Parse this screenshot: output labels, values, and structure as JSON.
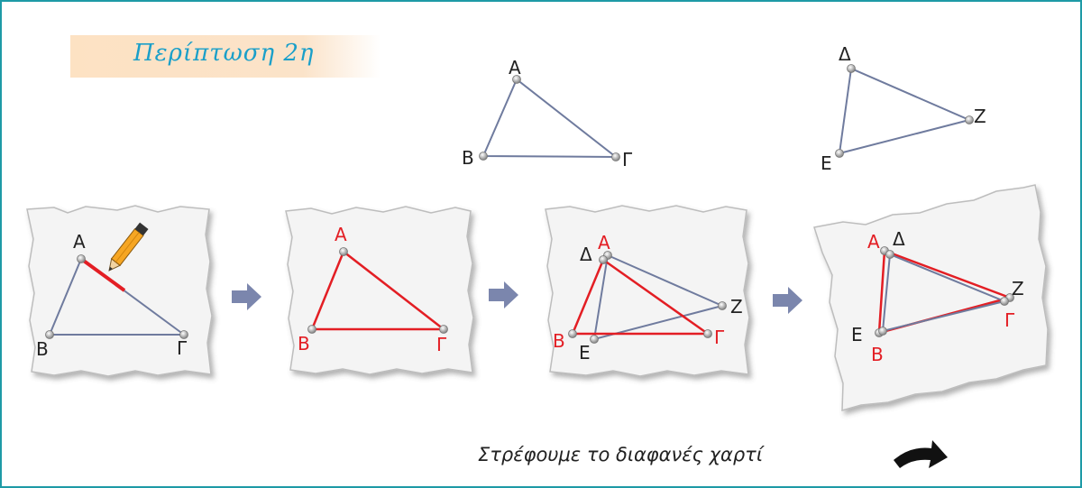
{
  "title": "Περίπτωση 2η",
  "caption": "Στρέφουμε το διαφανές χαρτί",
  "labels": {
    "A": "Α",
    "B": "Β",
    "G": "Γ",
    "D": "Δ",
    "E": "Ε",
    "Z": "Ζ"
  },
  "colors": {
    "frame": "#1e9aa6",
    "title_text": "#1a9fc9",
    "title_bg": "#fde2c3",
    "red": "#e31e24",
    "blue_gray": "#6f7b9e",
    "arrow": "#7b86ad"
  },
  "icons": [
    "pencil-icon",
    "arrow-right-icon",
    "rotate-arrow-icon"
  ]
}
